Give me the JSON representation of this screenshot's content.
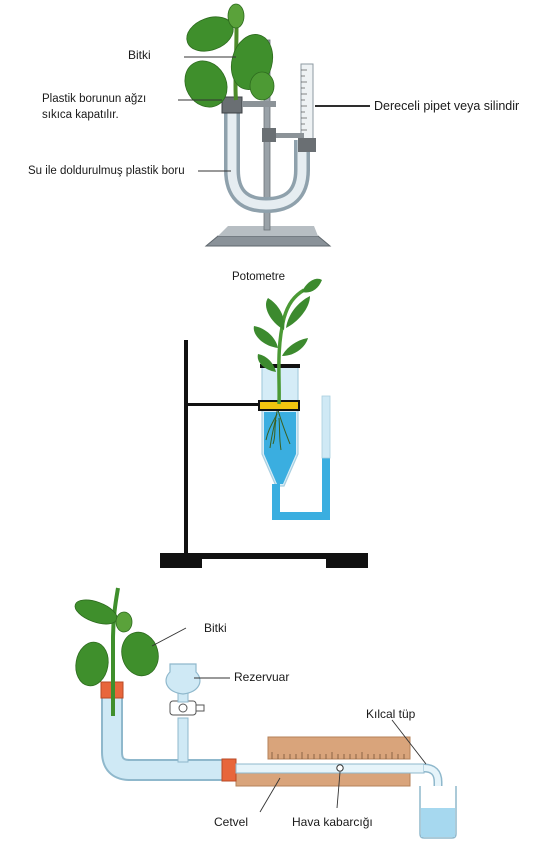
{
  "figure1": {
    "labels": {
      "plant": "Bitki",
      "seal_line1": "Plastik borunun ağzı",
      "seal_line2": "sıkıca kapatılır.",
      "pipette": "Dereceli pipet veya silindir",
      "tube": "Su ile doldurulmuş plastik boru"
    }
  },
  "figure2": {
    "caption": "Potometre"
  },
  "figure3": {
    "labels": {
      "plant": "Bitki",
      "reservoir": "Rezervuar",
      "capillary": "Kılcal tüp",
      "ruler": "Cetvel",
      "bubble": "Hava kabarcığı"
    }
  },
  "colors": {
    "water": "#3aaee0",
    "water_light": "#cfe9f5",
    "leaf": "#3c8a2e",
    "stem": "#4b9a35",
    "ruler": "#d9a47b",
    "stopper": "#e8663b"
  }
}
